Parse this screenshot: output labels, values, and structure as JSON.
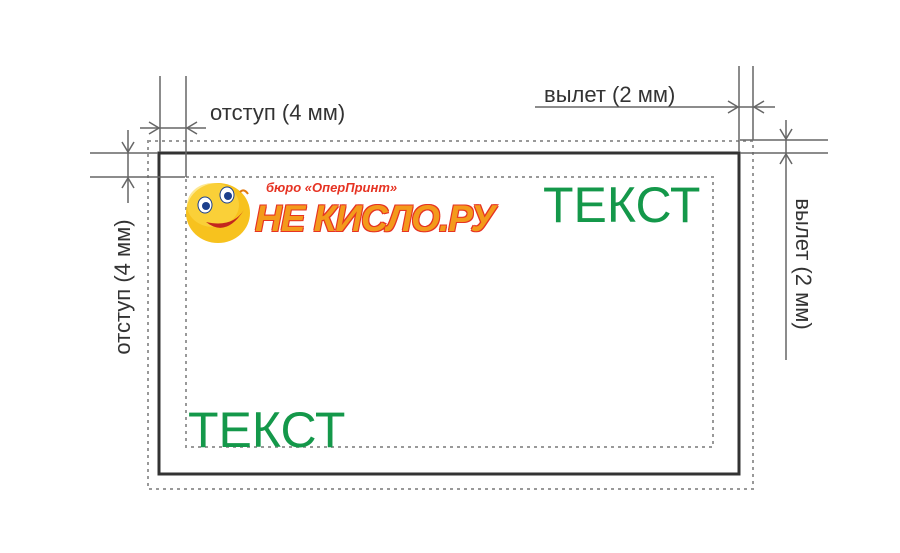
{
  "labels": {
    "indent_top": "отступ (4 мм)",
    "indent_left": "отступ (4 мм)",
    "bleed_top": "вылет (2 мм)",
    "bleed_right": "вылет (2 мм)"
  },
  "card": {
    "text_top_right": "ТЕКСТ",
    "text_bottom_left": "ТЕКСТ"
  },
  "logo": {
    "subtitle": "бюро «ОперПринт»",
    "title": "НЕ КИСЛО.РУ"
  },
  "colors": {
    "text_green": "#14984a",
    "logo_orange": "#f39a1b",
    "logo_red": "#e63323",
    "face_yellow": "#f7c21e",
    "line_gray": "#666666",
    "dotted_gray": "#999999",
    "trim_black": "#333333"
  }
}
